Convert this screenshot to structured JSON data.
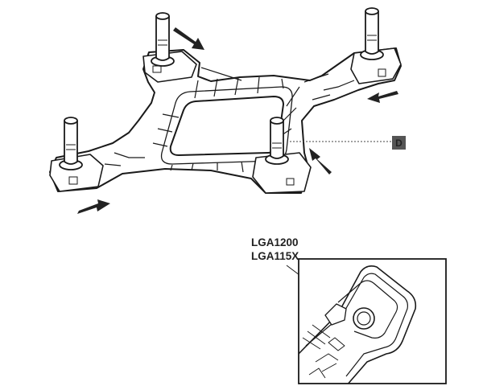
{
  "callout": {
    "letter": "D"
  },
  "socket_labels": [
    "LGA1200",
    "LGA115X"
  ],
  "colors": {
    "line": "#1a1a1a",
    "arrow": "#222222",
    "badge": "#555555",
    "badge_text": "#ffffff"
  }
}
